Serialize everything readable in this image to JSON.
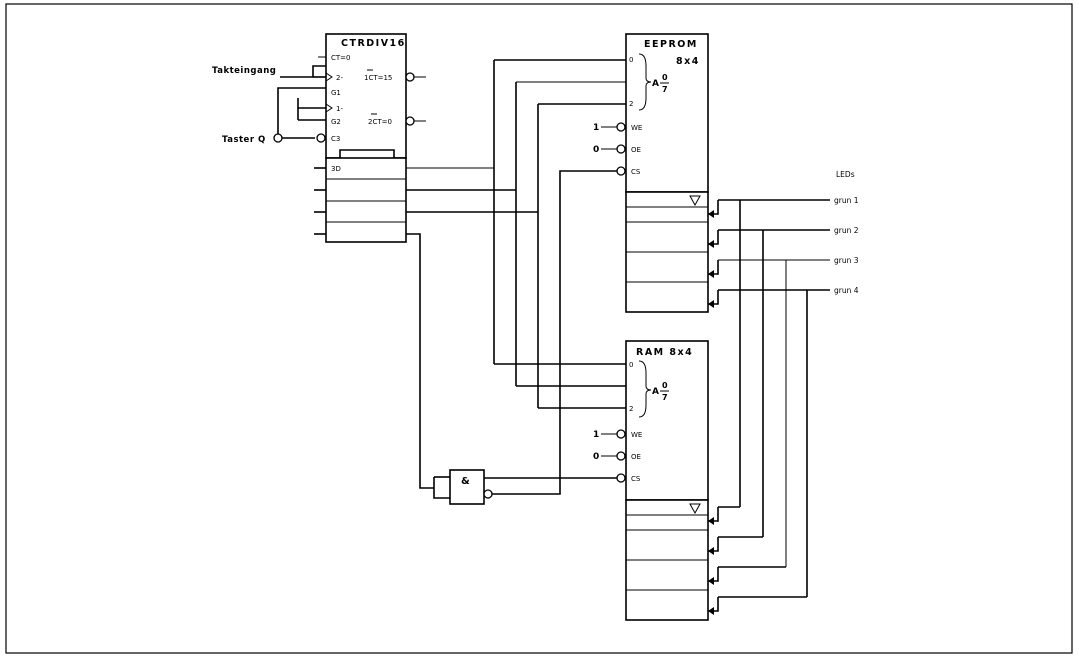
{
  "counter": {
    "title": "CTRDIV16",
    "pins": {
      "ct0": "CT=0",
      "in2": "2-",
      "g1": "G1",
      "in1": "1-",
      "g2": "G2",
      "c3": "C3",
      "ct15": "1CT=15",
      "ct0b": "2CT=0",
      "d3": "3D"
    }
  },
  "eeprom": {
    "title": "EEPROM",
    "subtitle": "8x4",
    "addr_first": "0",
    "addr_last": "2",
    "addr_sym": "A",
    "addr_num": "0",
    "addr_den": "7",
    "we": "WE",
    "oe": "OE",
    "cs": "CS",
    "we_val": "1",
    "oe_val": "0"
  },
  "ram": {
    "title": "RAM 8x4",
    "addr_first": "0",
    "addr_last": "2",
    "addr_sym": "A",
    "addr_num": "0",
    "addr_den": "7",
    "we": "WE",
    "oe": "OE",
    "cs": "CS",
    "we_val": "1",
    "oe_val": "0"
  },
  "inputs": {
    "clock": "Takteingang",
    "button": "Taster Q"
  },
  "and_gate": "&",
  "leds": {
    "header": "LEDs",
    "labels": [
      "grun 1",
      "grun 2",
      "grun 3",
      "grun 4"
    ]
  }
}
